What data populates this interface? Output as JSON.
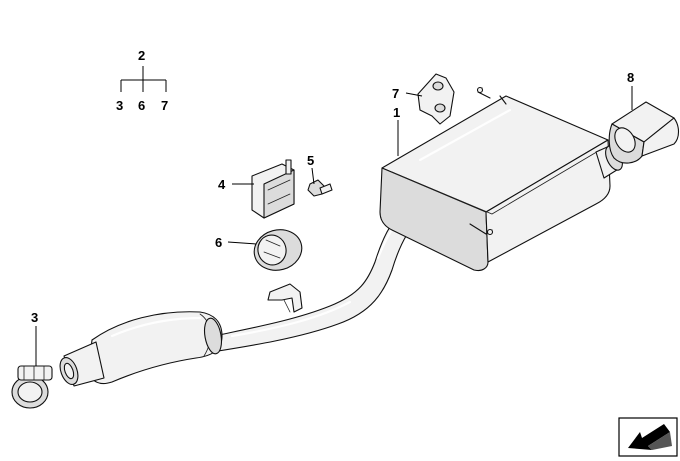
{
  "callouts": {
    "group_parent": "2",
    "group_child_1": "3",
    "group_child_2": "6",
    "group_child_3": "7",
    "rear_silencer": "1",
    "clamp": "3",
    "bracket": "4",
    "bolt": "5",
    "ring": "6",
    "hanger": "7",
    "tailpipe_trim": "8"
  }
}
